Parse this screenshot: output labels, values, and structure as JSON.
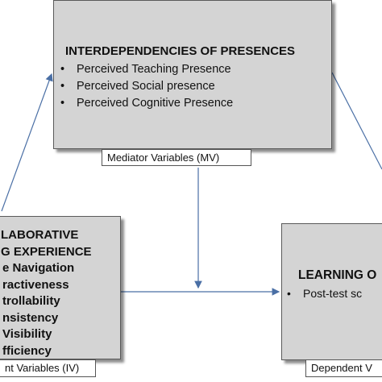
{
  "mediator": {
    "title": "INTERDEPENDENCIES OF PRESENCES",
    "items": [
      "Perceived Teaching Presence",
      "Perceived Social presence",
      "Perceived Cognitive Presence"
    ],
    "label": "Mediator Variables (MV)"
  },
  "independent": {
    "title_line1": "LABORATIVE",
    "title_line2": "G EXPERIENCE",
    "items": [
      "e Navigation",
      "ractiveness",
      "trollability",
      "nsistency",
      "Visibility",
      "fficiency"
    ],
    "label": "nt Variables (IV)"
  },
  "dependent": {
    "title": "LEARNING O",
    "items": [
      "Post-test sc"
    ],
    "label": "Dependent V"
  },
  "colors": {
    "box_fill": "#d4d4d4",
    "border": "#5a5a5a",
    "arrow": "#4a6fa5"
  }
}
